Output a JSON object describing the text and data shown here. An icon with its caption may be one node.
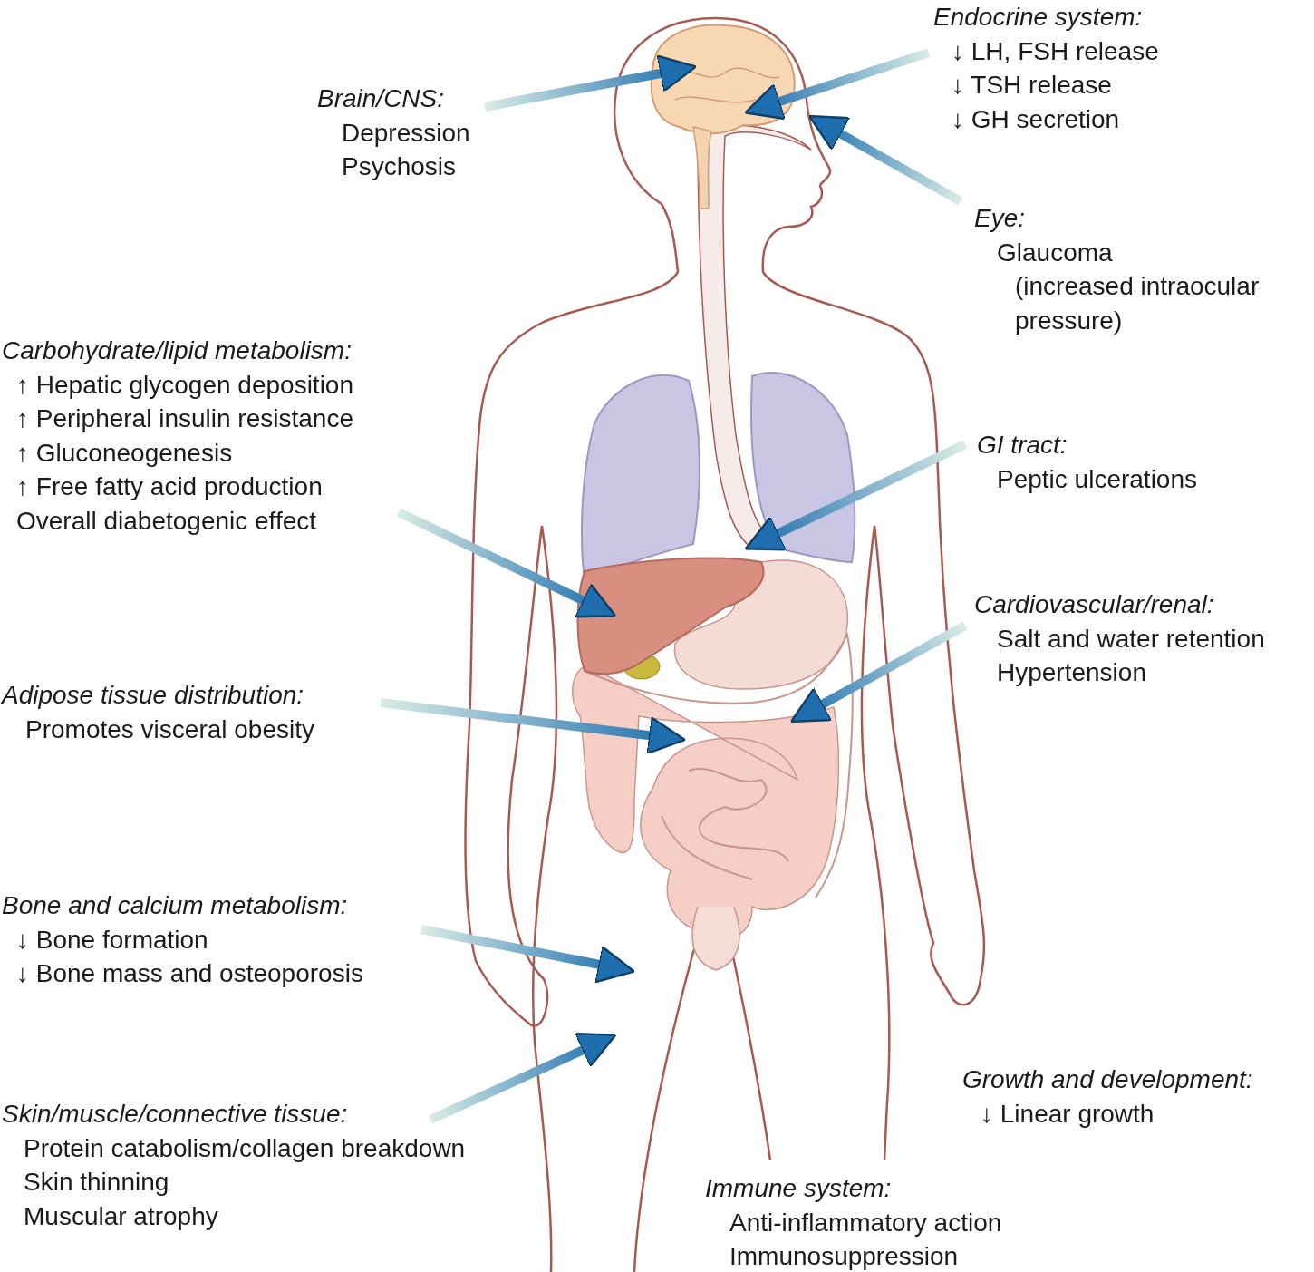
{
  "diagram": {
    "nodes": [
      {
        "text": [
          "Endocrine system:",
          "↓ LH, FSH release",
          "↓ TSH release",
          "↓ GH secretion"
        ]
      },
      {
        "text": [
          "Brain/CNS:",
          "Depression",
          "Psychosis"
        ]
      },
      {
        "text": [
          "Eye:",
          "Glaucoma",
          "(increased intraocular pressure)"
        ]
      },
      {
        "text": [
          "Carbohydrate/lipid metabolism:",
          "↑ Hepatic glycogen deposition",
          "↑ Peripheral insulin resistance",
          "↑ Gluconeogenesis",
          "↑ Free fatty acid production",
          "Overall diabetogenic effect"
        ]
      },
      {
        "text": [
          "GI tract:",
          "Peptic ulcerations"
        ]
      },
      {
        "text": [
          "Cardiovascular/renal:",
          "Salt and water retention",
          "Hypertension"
        ]
      },
      {
        "text": [
          "Adipose tissue distribution:",
          "Promotes visceral obesity"
        ]
      },
      {
        "text": [
          "Bone and calcium metabolism:",
          "↓ Bone formation",
          "↓ Bone mass and osteoporosis"
        ]
      },
      {
        "text": [
          "Growth and development:",
          "↓ Linear growth"
        ]
      },
      {
        "text": [
          "Skin/muscle/connective tissue:",
          "Protein catabolism/collagen breakdown",
          "Skin thinning",
          "Muscular atrophy"
        ]
      },
      {
        "text": [
          "Immune system:",
          "Anti-inflammatory action",
          "Immunosuppression"
        ]
      }
    ],
    "edges": [
      {
        "from": 1,
        "to": null,
        "arrow": "to"
      },
      {
        "from": 0,
        "to": null,
        "arrow": "to"
      },
      {
        "from": 2,
        "to": null,
        "arrow": "to"
      },
      {
        "from": 3,
        "to": null,
        "arrow": "to"
      },
      {
        "from": 4,
        "to": null,
        "arrow": "to"
      },
      {
        "from": 5,
        "to": null,
        "arrow": "to"
      },
      {
        "from": 6,
        "to": null,
        "arrow": "to"
      },
      {
        "from": 7,
        "to": null,
        "arrow": "to"
      },
      {
        "from": 9,
        "to": null,
        "arrow": "to"
      }
    ]
  }
}
